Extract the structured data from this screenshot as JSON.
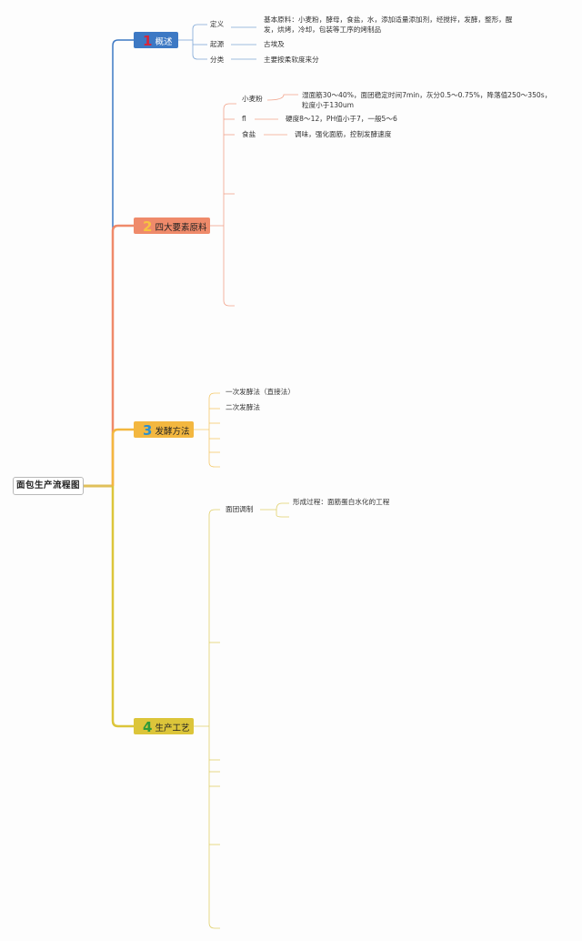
{
  "root": {
    "label": "面包生产流程图"
  },
  "branches": [
    {
      "num": "1",
      "label": "概述",
      "color": "#3d79c4",
      "num_color": "#d6263a",
      "line_color": "#7fa7d6"
    },
    {
      "num": "2",
      "label": "四大要素原料",
      "color": "#ef8a6a",
      "num_color": "#f7c340",
      "line_color": "#f2a38b"
    },
    {
      "num": "3",
      "label": "发酵方法",
      "color": "#f3b73f",
      "num_color": "#2d8fcc",
      "line_color": "#f4c96a"
    },
    {
      "num": "4",
      "label": "生产工艺",
      "color": "#dcc53a",
      "num_color": "#2f9a3a",
      "line_color": "#e0d06a"
    }
  ],
  "overview": {
    "definition": {
      "label": "定义",
      "text": "基本原料：小麦粉，酵母，食盐，水，添加适量添加剂，经搅拌，发酵，整形，醒发，烘烤，冷却，包装等工序的烤制品"
    },
    "origin": {
      "label": "起源",
      "text": "古埃及"
    },
    "classification": {
      "label": "分类",
      "text": "主要按柔软度来分"
    }
  },
  "ingredients": {
    "flour": {
      "label": "小麦粉",
      "text": "湿面筋30～40%，面团稳定时间7min，灰分0.5～0.75%，降落值250～350s，粒度小于130um"
    },
    "water": {
      "label": "fl",
      "text": "硬度8～12，PH值小于7，一般5～6"
    },
    "salt": {
      "label": "食盐",
      "text": "调味，强化面筋，控制发酵速度"
    }
  },
  "fermentation": {
    "items": [
      "一次发酵法（直接法）",
      "二次发酵法"
    ]
  },
  "production": {
    "mixing": {
      "label": "面团调制",
      "text": "形成过程：面筋蛋白水化的工程"
    }
  }
}
